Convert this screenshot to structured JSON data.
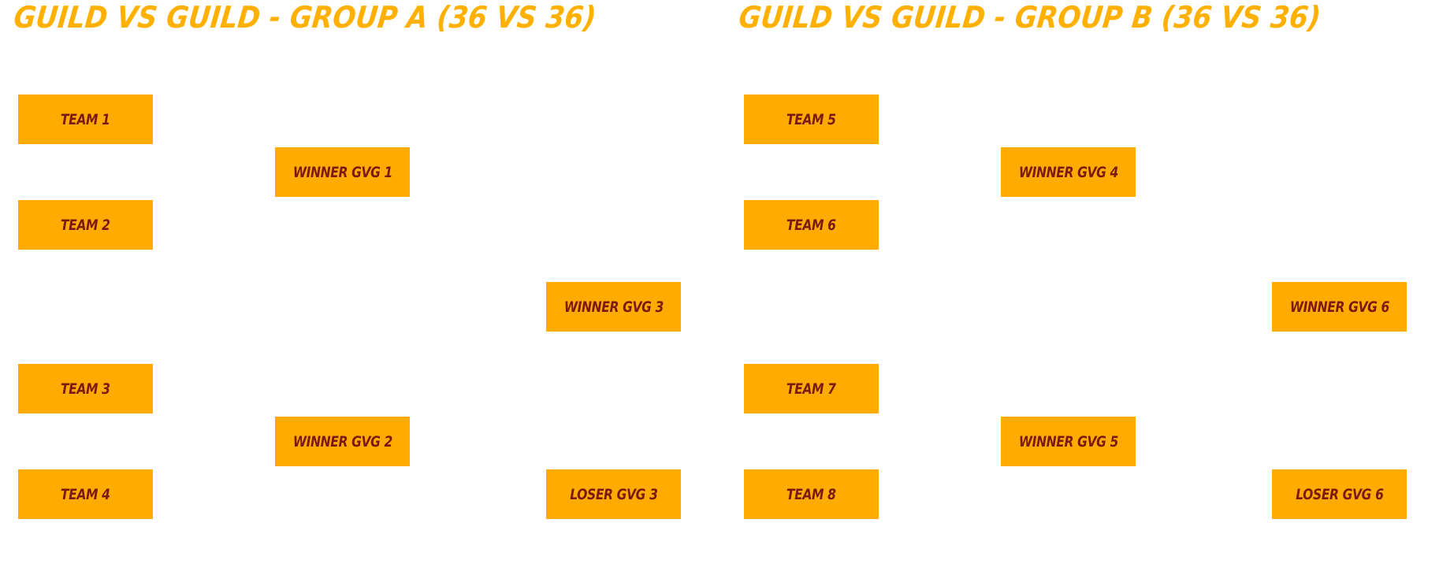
{
  "groups": [
    {
      "title": "GUILD VS GUILD - GROUP A (36 VS 36)",
      "round1": [
        "TEAM 1",
        "TEAM 2",
        "TEAM 3",
        "TEAM 4"
      ],
      "round2": [
        "WINNER GVG 1",
        "WINNER GVG 2"
      ],
      "final": [
        "WINNER GVG 3",
        "LOSER GVG 3"
      ]
    },
    {
      "title": "GUILD VS GUILD - GROUP B (36 VS 36)",
      "round1": [
        "TEAM 5",
        "TEAM 6",
        "TEAM 7",
        "TEAM 8"
      ],
      "round2": [
        "WINNER GVG 4",
        "WINNER GVG 5"
      ],
      "final": [
        "WINNER GVG 6",
        "LOSER GVG 6"
      ]
    }
  ],
  "colors": {
    "title": "#ffb000",
    "box_fill": "#ffab00",
    "box_text": "#7a1a10",
    "background": "#ffffff"
  }
}
